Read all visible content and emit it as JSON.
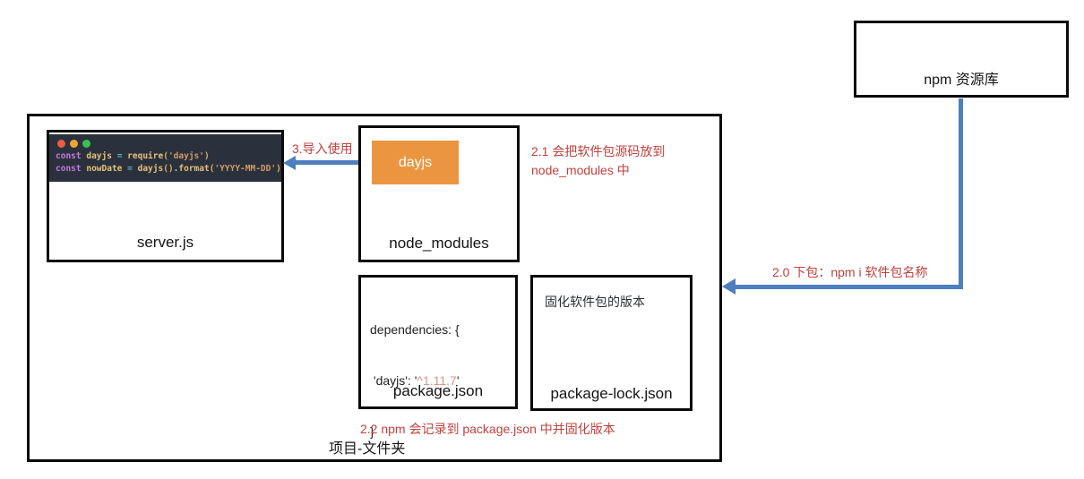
{
  "colors": {
    "arrow_blue": "#4d7fbe",
    "annotation_red": "#c0413d",
    "dayjs_orange": "#ec9540",
    "editor_background": "#2b313c",
    "version_salmon": "#dc9584"
  },
  "npm_repo": {
    "label": "npm 资源库"
  },
  "project": {
    "label": "项目-文件夹"
  },
  "editor": {
    "filename": "server.js",
    "traffic_lights": [
      "#ef5a49",
      "#f0a536",
      "#37c24f"
    ],
    "code_lines": [
      [
        {
          "t": "const",
          "c": "keyword"
        },
        {
          "t": " ",
          "c": "plain"
        },
        {
          "t": "dayjs",
          "c": "variable"
        },
        {
          "t": " ",
          "c": "plain"
        },
        {
          "t": "=",
          "c": "operator"
        },
        {
          "t": " ",
          "c": "plain"
        },
        {
          "t": "require",
          "c": "func"
        },
        {
          "t": "(",
          "c": "paren"
        },
        {
          "t": "'dayjs'",
          "c": "string"
        },
        {
          "t": ")",
          "c": "paren"
        }
      ],
      [
        {
          "t": "const",
          "c": "keyword"
        },
        {
          "t": " ",
          "c": "plain"
        },
        {
          "t": "nowDate",
          "c": "variable"
        },
        {
          "t": " ",
          "c": "plain"
        },
        {
          "t": "=",
          "c": "operator"
        },
        {
          "t": " ",
          "c": "plain"
        },
        {
          "t": "dayjs",
          "c": "variable"
        },
        {
          "t": "()",
          "c": "paren"
        },
        {
          "t": ".",
          "c": "punct"
        },
        {
          "t": "format",
          "c": "func"
        },
        {
          "t": "(",
          "c": "paren"
        },
        {
          "t": "'YYYY-MM-DD'",
          "c": "string"
        },
        {
          "t": ")",
          "c": "paren"
        }
      ]
    ]
  },
  "node_modules": {
    "label": "node_modules",
    "package_name": "dayjs"
  },
  "package_json": {
    "label": "package.json",
    "content_lines": [
      [
        {
          "t": "dependencies: {",
          "c": "pkgplain"
        }
      ],
      [
        {
          "t": " 'dayjs': '",
          "c": "pkgplain"
        },
        {
          "t": "^1.11.7",
          "c": "version"
        },
        {
          "t": "'",
          "c": "pkgplain"
        }
      ],
      [
        {
          "t": "}",
          "c": "pkgplain"
        }
      ]
    ]
  },
  "package_lock": {
    "label": "package-lock.json",
    "note": "固化软件包的版本"
  },
  "annotations": {
    "import_use": "3.导入使用",
    "step21_line1": "2.1 会把软件包源码放到",
    "step21_line2": "node_modules 中",
    "step20": "2.0 下包：npm i 软件包名称",
    "step22": "2.2 npm 会记录到 package.json 中并固化版本"
  }
}
